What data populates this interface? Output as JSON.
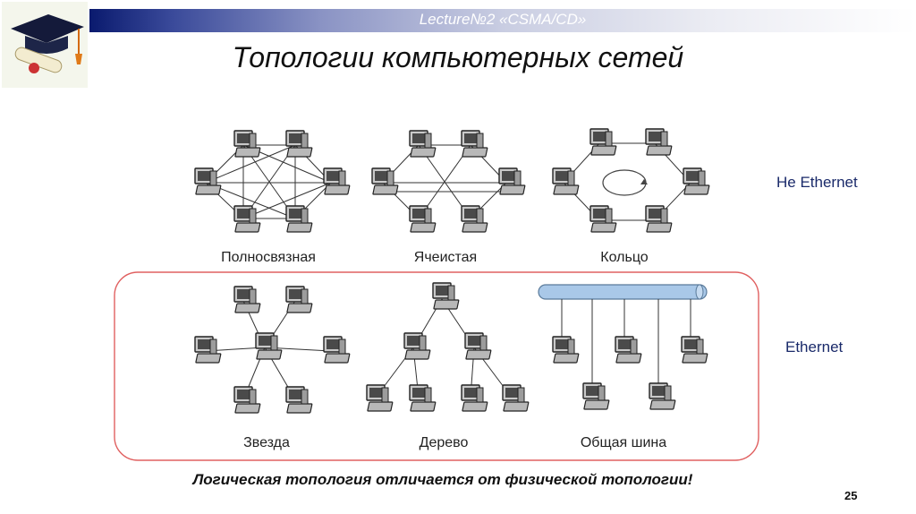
{
  "header": {
    "lecture": "Lecture№2 «CSMA/CD»"
  },
  "slide": {
    "title": "Топологии компьютерных сетей",
    "caption": "Логическая топология отличается от физической топологии!",
    "page_number": "25"
  },
  "groups": {
    "non_ethernet": "Не Ethernet",
    "ethernet": "Ethernet"
  },
  "topologies": {
    "full_mesh": "Полносвязная",
    "mesh": "Ячеистая",
    "ring": "Кольцо",
    "star": "Звезда",
    "tree": "Дерево",
    "bus": "Общая шина"
  },
  "colors": {
    "header_dark": "#0a1a6e",
    "ethernet_frame": "#e06060",
    "bus_cable": "#a9c8e8",
    "label_blue": "#1a2a6a"
  }
}
